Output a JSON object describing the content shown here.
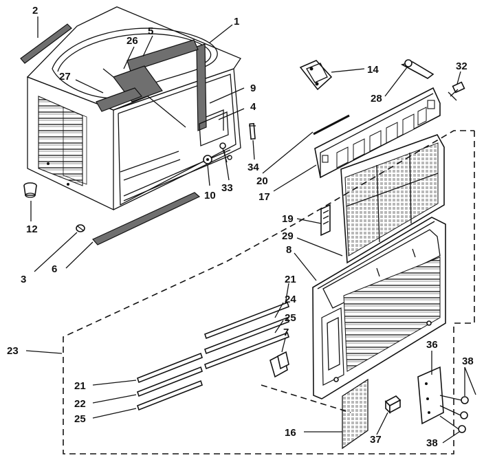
{
  "diagram": {
    "callouts": [
      {
        "id": "c1",
        "text": "1"
      },
      {
        "id": "c2",
        "text": "2"
      },
      {
        "id": "c3",
        "text": "3"
      },
      {
        "id": "c4",
        "text": "4"
      },
      {
        "id": "c5",
        "text": "5"
      },
      {
        "id": "c6",
        "text": "6"
      },
      {
        "id": "c7",
        "text": "7"
      },
      {
        "id": "c8",
        "text": "8"
      },
      {
        "id": "c9",
        "text": "9"
      },
      {
        "id": "c10",
        "text": "10"
      },
      {
        "id": "c12",
        "text": "12"
      },
      {
        "id": "c14",
        "text": "14"
      },
      {
        "id": "c16",
        "text": "16"
      },
      {
        "id": "c17",
        "text": "17"
      },
      {
        "id": "c19",
        "text": "19"
      },
      {
        "id": "c20",
        "text": "20"
      },
      {
        "id": "c21a",
        "text": "21"
      },
      {
        "id": "c21b",
        "text": "21"
      },
      {
        "id": "c22",
        "text": "22"
      },
      {
        "id": "c23",
        "text": "23"
      },
      {
        "id": "c24",
        "text": "24"
      },
      {
        "id": "c25a",
        "text": "25"
      },
      {
        "id": "c25b",
        "text": "25"
      },
      {
        "id": "c26",
        "text": "26"
      },
      {
        "id": "c27",
        "text": "27"
      },
      {
        "id": "c28",
        "text": "28"
      },
      {
        "id": "c29",
        "text": "29"
      },
      {
        "id": "c32",
        "text": "32"
      },
      {
        "id": "c33",
        "text": "33"
      },
      {
        "id": "c34",
        "text": "34"
      },
      {
        "id": "c36",
        "text": "36"
      },
      {
        "id": "c37",
        "text": "37"
      },
      {
        "id": "c38a",
        "text": "38"
      },
      {
        "id": "c38b",
        "text": "38"
      }
    ]
  }
}
